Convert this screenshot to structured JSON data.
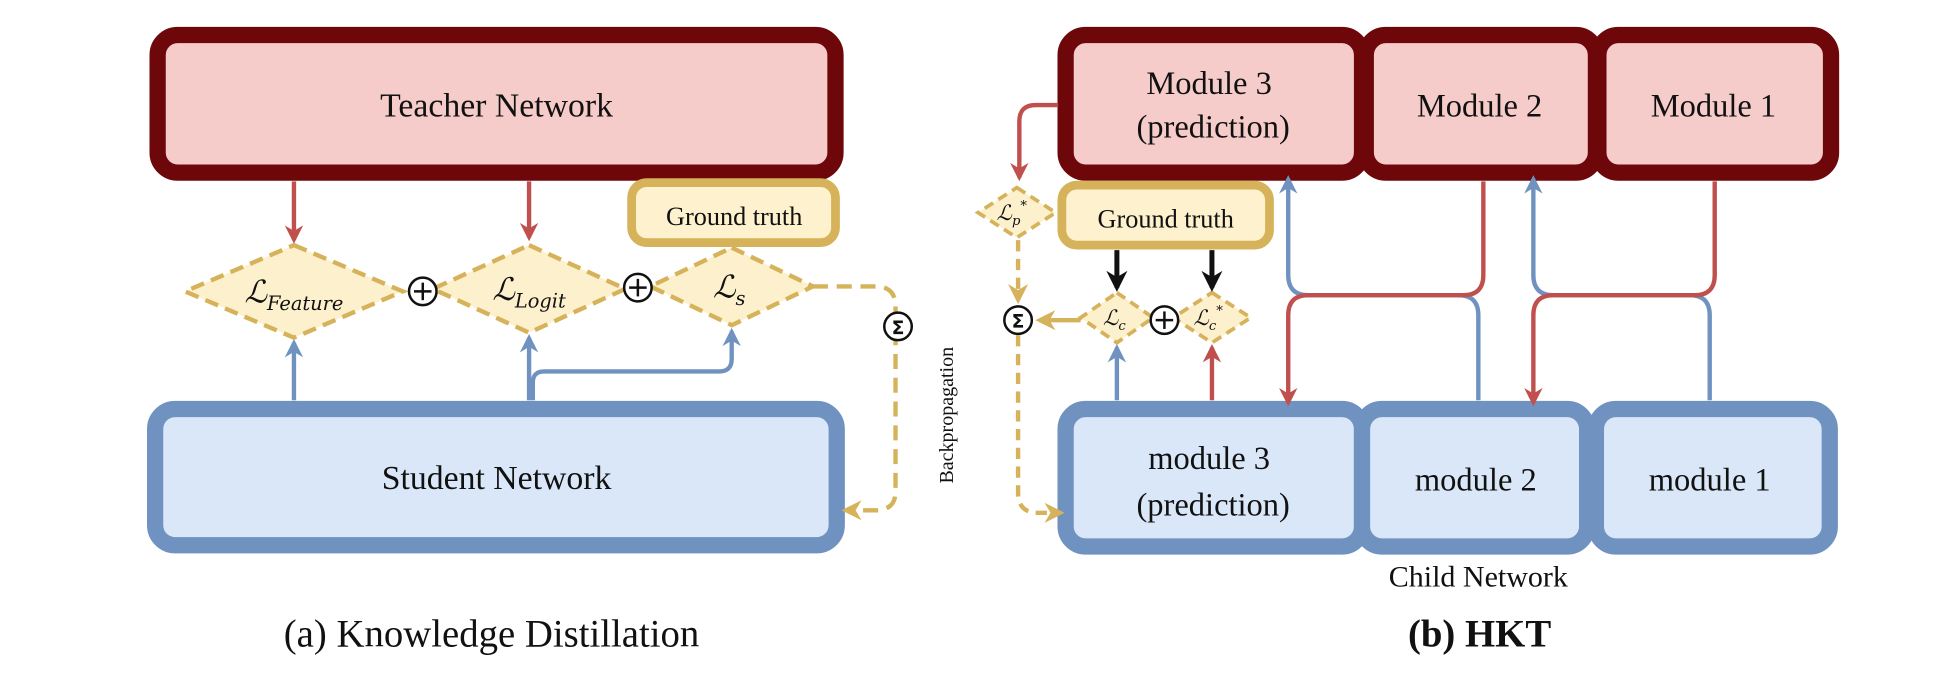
{
  "colors": {
    "teacher_border": "#6e0709",
    "teacher_fill": "#f6cccb",
    "student_border": "#7092c0",
    "student_fill": "#dae7f8",
    "gt_border": "#d6b25a",
    "gt_fill": "#fdf2cd",
    "loss_fill": "#fdf1cd",
    "loss_border": "#d6b25a",
    "red_arrow": "#c0504d",
    "blue_arrow": "#7092c0"
  },
  "kd": {
    "teacher_label": "Teacher Network",
    "student_label": "Student Network",
    "ground_truth_label": "Ground truth",
    "loss_feature": {
      "symbol": "ℒ",
      "sub": "Feature"
    },
    "loss_logit": {
      "symbol": "ℒ",
      "sub": "Logit"
    },
    "loss_s": {
      "symbol": "ℒ",
      "sub": "s"
    },
    "plus_symbol": "⊕",
    "sum_symbol": "Σ",
    "backprop_label": "Backpropagation",
    "caption": "(a) Knowledge Distillation"
  },
  "hkt": {
    "teacher_modules": [
      {
        "line1": "Module 3",
        "line2": "(prediction)"
      },
      {
        "line1": "Module 2",
        "line2": ""
      },
      {
        "line1": "Module 1",
        "line2": ""
      }
    ],
    "child_modules": [
      {
        "line1": "module 3",
        "line2": "(prediction)"
      },
      {
        "line1": "module 2",
        "line2": ""
      },
      {
        "line1": "module 1",
        "line2": ""
      }
    ],
    "ground_truth_label": "Ground truth",
    "loss_p": {
      "symbol": "ℒ",
      "sub": "p",
      "sup": "*"
    },
    "loss_c": {
      "symbol": "ℒ",
      "sub": "c"
    },
    "loss_c_star": {
      "symbol": "ℒ",
      "sub": "c",
      "sup": "*"
    },
    "plus_symbol": "⊕",
    "sum_symbol": "Σ",
    "child_network_label": "Child Network",
    "caption": "(b) HKT"
  }
}
